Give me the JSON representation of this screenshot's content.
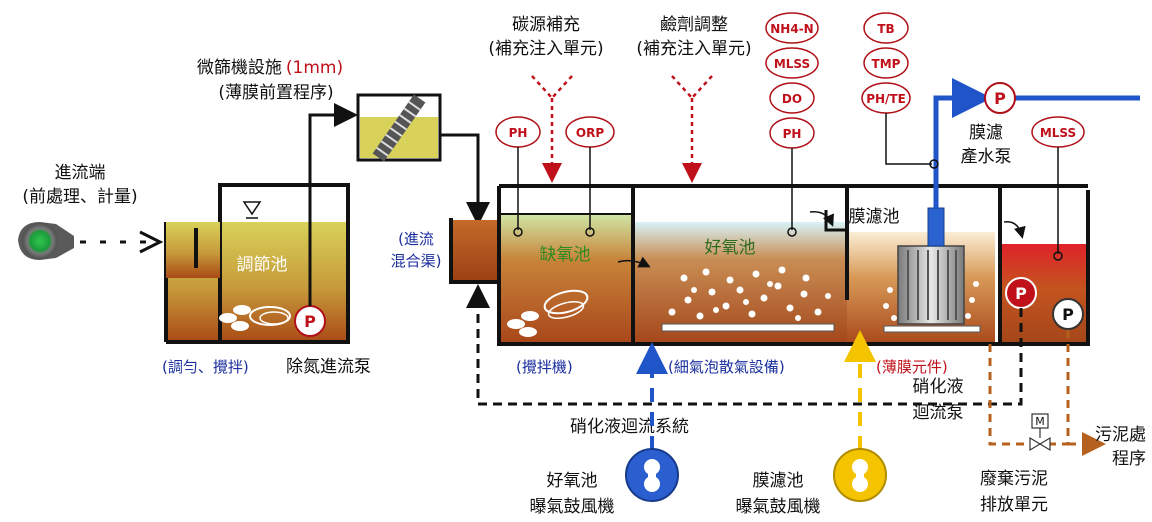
{
  "labels": {
    "inflow_title": "進流端",
    "inflow_sub": "(前處理、計量)",
    "screen_title_a": "微篩機設施",
    "screen_title_b": "(1mm)",
    "screen_sub": "(薄膜前置程序)",
    "carbon_title": "碳源補充",
    "carbon_sub": "(補充注入單元)",
    "alk_title": "鹼劑調整",
    "alk_sub": "(補充注入單元)",
    "equal_tank": "調節池",
    "mix_channel_a": "(進流",
    "mix_channel_b": "混合渠)",
    "anoxic_tank": "缺氧池",
    "aerobic_tank": "好氧池",
    "membrane_tank": "膜濾池",
    "membrane_pump_a": "膜濾",
    "membrane_pump_b": "產水泵",
    "equal_note_a": "(調勻、攪拌)",
    "equal_note_b": "除氮進流泵",
    "mixer": "(攪拌機)",
    "diffuser": "(細氣泡散氣設備)",
    "membrane_element": "(薄膜元件)",
    "nitrate_pump_a": "硝化液",
    "nitrate_pump_b": "迴流泵",
    "nitrate_return": "硝化液迴流系統",
    "aerobic_blower_a": "好氧池",
    "aerobic_blower_b": "曝氣鼓風機",
    "membrane_blower_a": "膜濾池",
    "membrane_blower_b": "曝氣鼓風機",
    "waste_sludge_a": "廢棄污泥",
    "waste_sludge_b": "排放單元",
    "sludge_treat_a": "污泥處",
    "sludge_treat_b": "程序",
    "pump_letter": "P",
    "valve_letter": "M"
  },
  "instruments": {
    "anoxic_ph": "PH",
    "anoxic_orp": "ORP",
    "aerobic_nh4": "NH4-N",
    "aerobic_mlss": "MLSS",
    "aerobic_do": "DO",
    "aerobic_ph": "PH",
    "membrane_tb": "TB",
    "membrane_tmp": "TMP",
    "membrane_phte": "PH/TE",
    "sludge_mlss": "MLSS"
  },
  "colors": {
    "water_yellow": "#d8d25a",
    "sludge_brown": "#b85a1e",
    "aerobic_top": "#d8f3f8",
    "red_sludge": "#d8262a",
    "blue_pipe": "#1f55c8",
    "blower_yellow": "#f4c400",
    "dashed_red": "#c0101a",
    "instrument_red": "#b01018"
  },
  "icons": {
    "inflow": "inflow-source-icon",
    "pump": "pump-icon",
    "mixer": "mixer-propeller-icon",
    "blower": "blower-icon",
    "valve": "motor-valve-icon"
  }
}
